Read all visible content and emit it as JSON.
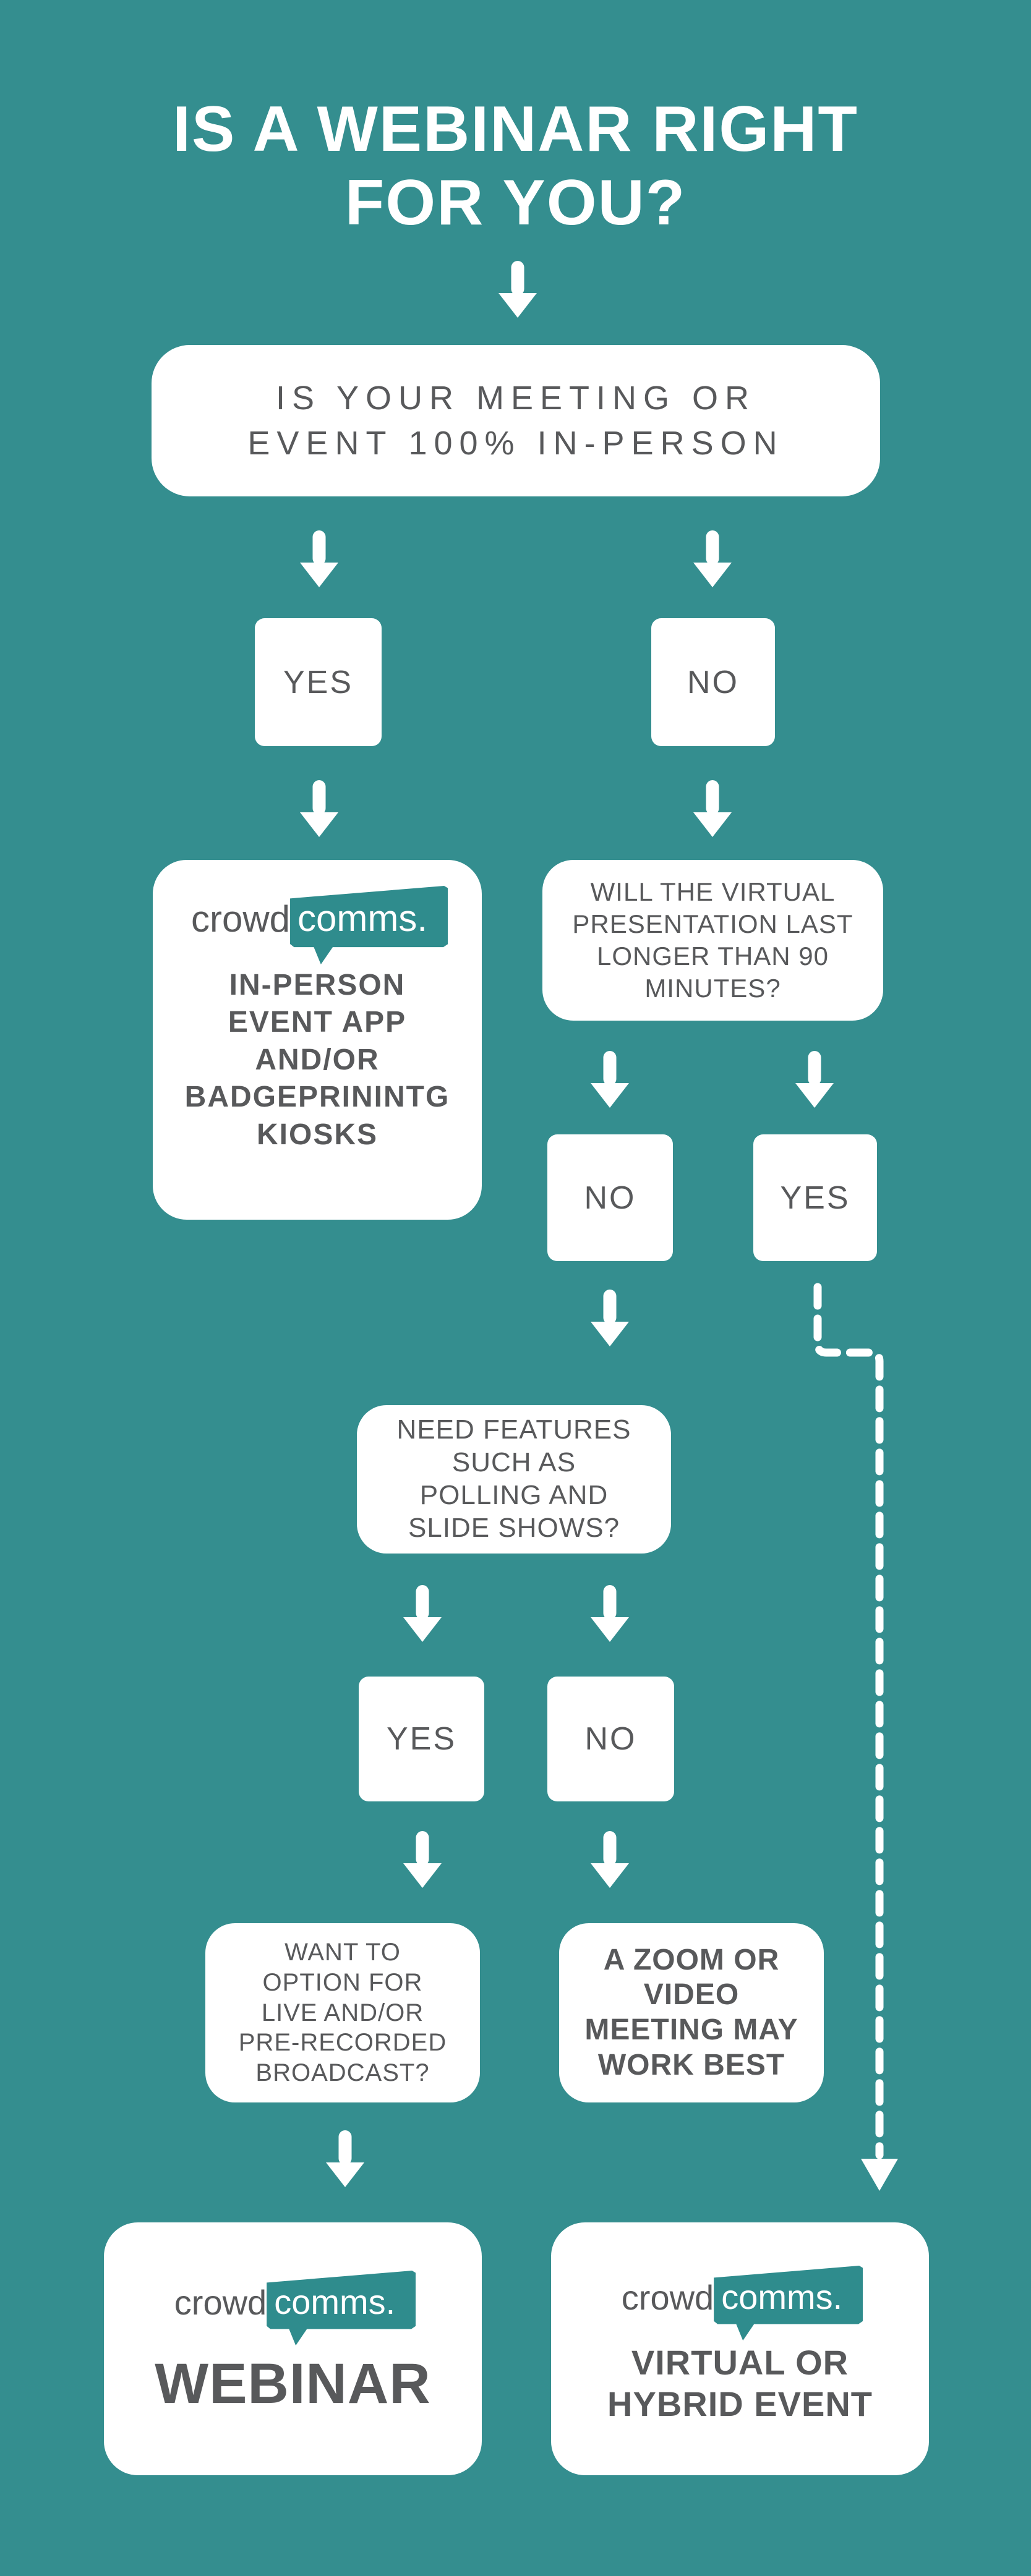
{
  "colors": {
    "background": "#348E8F",
    "bubble": "#2F8C8D",
    "text_gray": "#58595B",
    "white": "#FFFFFF"
  },
  "title": "IS A WEBINAR RIGHT\nFOR YOU?",
  "logo": {
    "part1": "crowd",
    "part2": "comms."
  },
  "nodes": {
    "q_inperson": "IS YOUR MEETING OR\nEVENT 100% IN-PERSON",
    "yes1": "YES",
    "no1": "NO",
    "inperson_result": "IN-PERSON\nEVENT APP\nAND/OR\nBADGEPRININTG\nKIOSKS",
    "q_90min": "WILL THE VIRTUAL\nPRESENTATION LAST\nLONGER THAN 90\nMINUTES?",
    "no2": "NO",
    "yes2": "YES",
    "q_features": "NEED FEATURES\nSUCH AS\nPOLLING AND\nSLIDE SHOWS?",
    "yes3": "YES",
    "no3": "NO",
    "q_broadcast": "WANT TO\nOPTION FOR\nLIVE AND/OR\nPRE-RECORDED\nBROADCAST?",
    "zoom_result": "A ZOOM OR\nVIDEO\nMEETING MAY\nWORK BEST",
    "webinar_result": "WEBINAR",
    "virtual_result": "VIRTUAL OR\nHYBRID EVENT"
  }
}
